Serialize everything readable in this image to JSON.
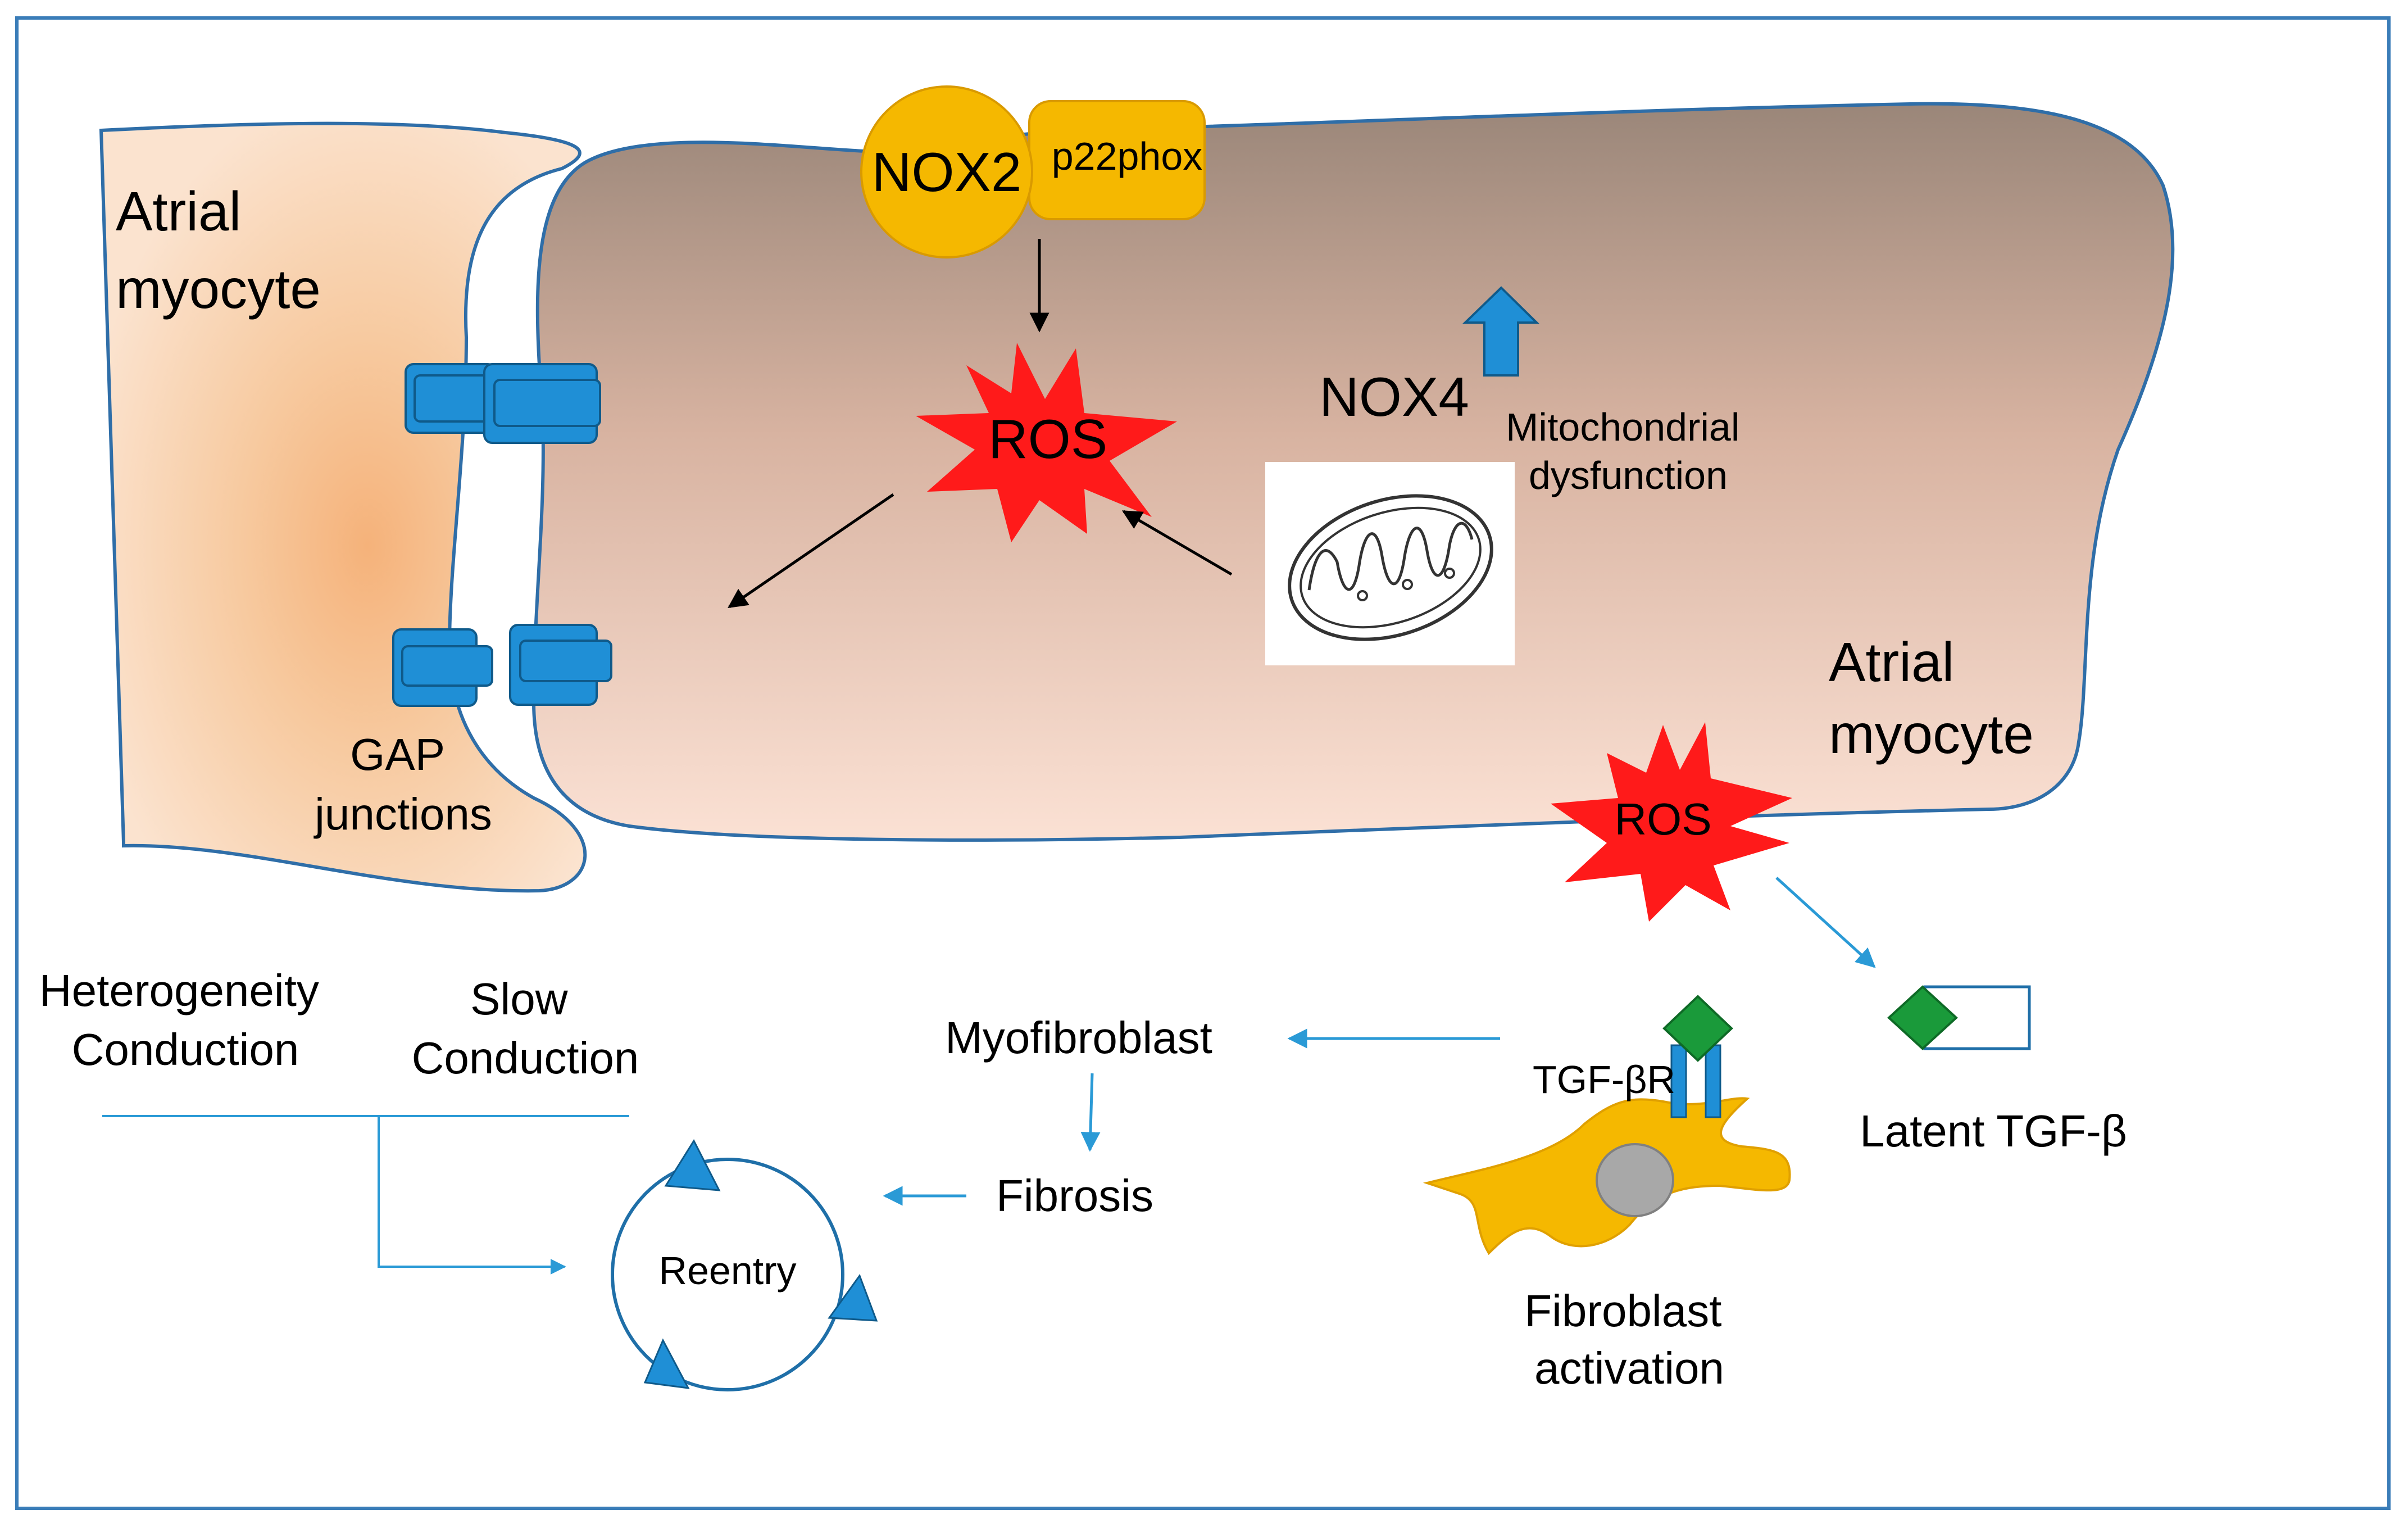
{
  "figure": {
    "labels": {
      "atrial_myocyte_left": [
        "Atrial",
        "myocyte"
      ],
      "atrial_myocyte_right": [
        "Atrial",
        "myocyte"
      ],
      "nox2": "NOX2",
      "p22phox": "p22phox",
      "ros_main": "ROS",
      "ros_lower": "ROS",
      "nox4": "NOX4",
      "mitochondrial_dysfunction": [
        "Mitochondrial",
        "dysfunction"
      ],
      "gap_junctions": [
        "GAP",
        "junctions"
      ],
      "heterogeneity_conduction": [
        "Heterogeneity",
        "Conduction"
      ],
      "slow_conduction": [
        "Slow",
        "Conduction"
      ],
      "myofibroblast": "Myofibroblast",
      "fibrosis": "Fibrosis",
      "reentry": "Reentry",
      "tgf_beta_r": "TGF-βR",
      "latent_tgf_beta": "Latent TGF-β",
      "fibroblast_activation": [
        "Fibroblast",
        "activation"
      ]
    },
    "colors": {
      "frame_border": "#3a7db8",
      "cell_outline": "#2f6ea8",
      "nox2_fill": "#f5b800",
      "ros_fill": "#ff1a1a",
      "gap_junction_fill": "#1f8fd6",
      "arrow_blue": "#2a9ad6",
      "arrow_black": "#000000",
      "tgf_diamond": "#1a9a3a",
      "fibroblast_fill": "#f5b800",
      "nucleus_fill": "#a8a8a8"
    },
    "icons": [
      "up-arrow-icon",
      "mitochondrion-icon",
      "reentry-cycle-icon"
    ]
  }
}
